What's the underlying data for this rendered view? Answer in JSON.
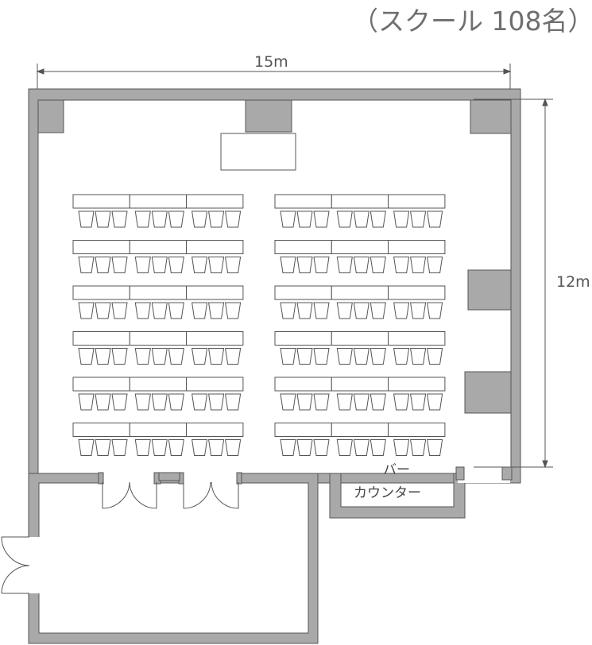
{
  "title": "（スクール 108名）",
  "dimensions": {
    "width": "15m",
    "height": "12m"
  },
  "labels": {
    "bar_line1": "バー",
    "bar_line2": "カウンター"
  },
  "layout_info": {
    "rows": 6,
    "tables_per_row_per_block": 3,
    "seats_per_table": 3,
    "blocks": 2
  },
  "colors": {
    "wall": "#a9a9a9",
    "line": "#555555",
    "background": "#ffffff"
  }
}
